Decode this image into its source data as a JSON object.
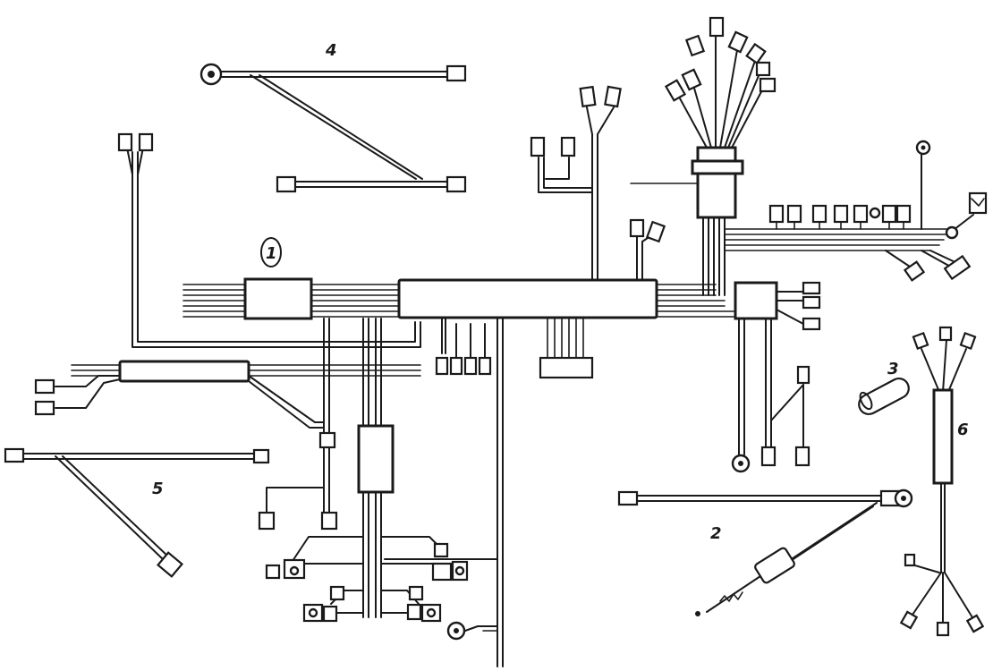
{
  "labels": {
    "harness_main": "1",
    "harness_2": "2",
    "harness_3": "3",
    "harness_4": "4",
    "harness_5": "5",
    "harness_6": "6"
  }
}
